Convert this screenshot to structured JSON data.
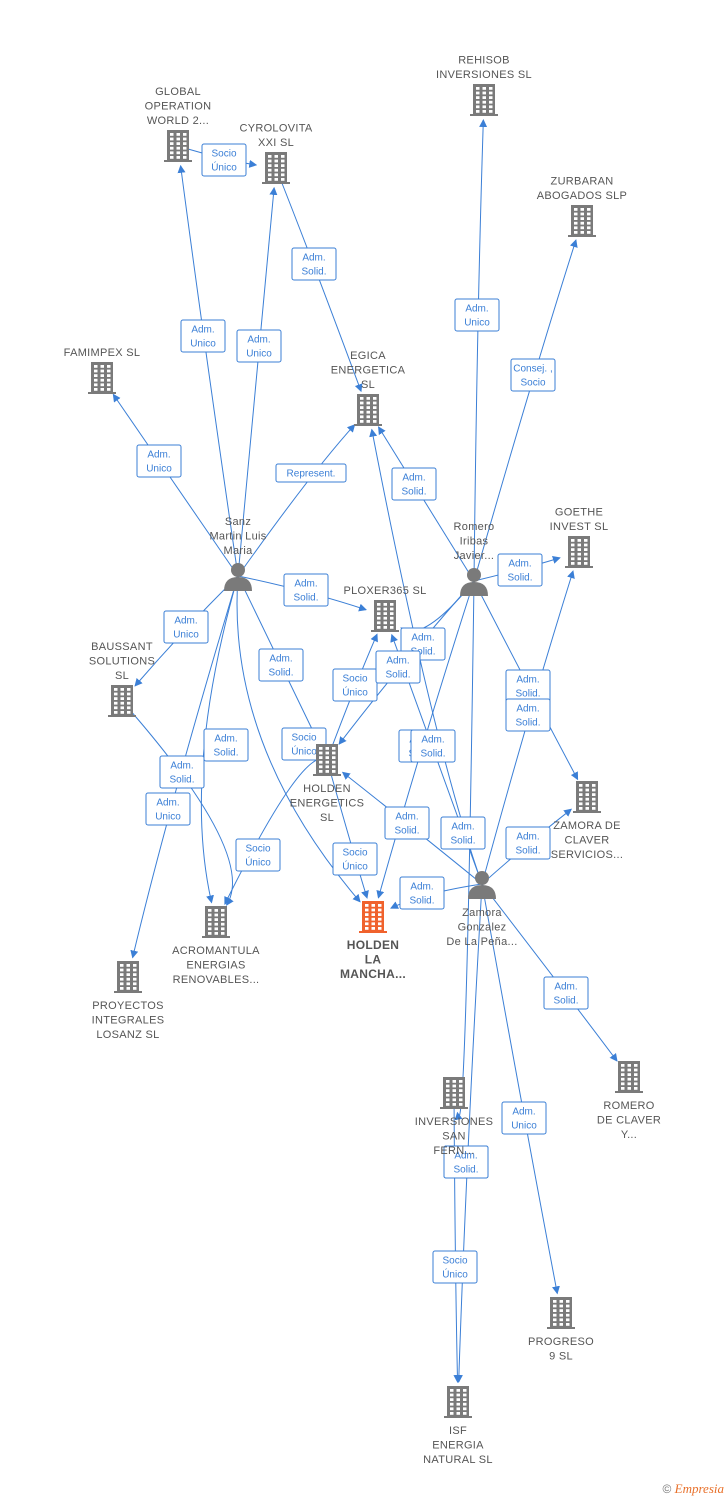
{
  "colors": {
    "building": "#7a7a7a",
    "main": "#f0622d",
    "person": "#7a7a7a",
    "edge": "#3b7fd6"
  },
  "footer": {
    "copyright": "©",
    "brand": "Empresia"
  },
  "nodes": [
    {
      "id": "global_operation",
      "type": "company",
      "label": [
        "GLOBAL",
        "OPERATION",
        "WORLD 2..."
      ]
    },
    {
      "id": "cyrolovita",
      "type": "company",
      "label": [
        "CYROLOVITA",
        "XXI  SL"
      ]
    },
    {
      "id": "rehisob",
      "type": "company",
      "label": [
        "REHISOB",
        "INVERSIONES SL"
      ]
    },
    {
      "id": "zurbaran",
      "type": "company",
      "label": [
        "ZURBARAN",
        "ABOGADOS  SLP"
      ]
    },
    {
      "id": "famimpex",
      "type": "company",
      "label": [
        "FAMIMPEX  SL"
      ]
    },
    {
      "id": "egica",
      "type": "company",
      "label": [
        "EGICA",
        "ENERGETICA",
        "SL"
      ]
    },
    {
      "id": "goethe",
      "type": "company",
      "label": [
        "GOETHE",
        "INVEST  SL"
      ]
    },
    {
      "id": "sanz",
      "type": "person",
      "label": [
        "Sanz",
        "Martin Luis",
        "Maria"
      ]
    },
    {
      "id": "romero",
      "type": "person",
      "label": [
        "Romero",
        "Iribas",
        "Javier..."
      ]
    },
    {
      "id": "ploxer",
      "type": "company",
      "label": [
        "PLOXER365  SL"
      ]
    },
    {
      "id": "baussant",
      "type": "company",
      "label": [
        "BAUSSANT",
        "SOLUTIONS",
        "SL"
      ]
    },
    {
      "id": "holden_energetics",
      "type": "company",
      "label": [
        "HOLDEN",
        "ENERGETICS",
        "SL"
      ]
    },
    {
      "id": "zamora_claver",
      "type": "company",
      "label": [
        "ZAMORA DE",
        "CLAVER",
        "SERVICIOS..."
      ]
    },
    {
      "id": "zamora",
      "type": "person",
      "label": [
        "Zamora",
        "Gonzalez",
        "De La Peña..."
      ]
    },
    {
      "id": "holden_mancha",
      "type": "main",
      "label": [
        "HOLDEN",
        "LA",
        "MANCHA..."
      ]
    },
    {
      "id": "acromantula",
      "type": "company",
      "label": [
        "ACROMANTULA",
        "ENERGIAS",
        "RENOVABLES..."
      ]
    },
    {
      "id": "proyectos",
      "type": "company",
      "label": [
        "PROYECTOS",
        "INTEGRALES",
        "LOSANZ SL"
      ]
    },
    {
      "id": "romero_claver",
      "type": "company",
      "label": [
        "ROMERO",
        "DE CLAVER",
        "Y..."
      ]
    },
    {
      "id": "inversiones_san",
      "type": "company",
      "label": [
        "INVERSIONES",
        "SAN",
        "FERN..."
      ]
    },
    {
      "id": "progreso",
      "type": "company",
      "label": [
        "PROGRESO",
        "9  SL"
      ]
    },
    {
      "id": "isf",
      "type": "company",
      "label": [
        "ISF",
        "ENERGIA",
        "NATURAL  SL"
      ]
    }
  ],
  "edges": [
    {
      "from": "sanz",
      "to": "global_operation",
      "label": [
        "Adm.",
        "Unico"
      ]
    },
    {
      "from": "sanz",
      "to": "cyrolovita",
      "label": [
        "Adm.",
        "Unico"
      ]
    },
    {
      "from": "global_operation",
      "to": "cyrolovita",
      "label": [
        "Socio",
        "Único"
      ]
    },
    {
      "from": "cyrolovita",
      "to": "egica",
      "label": [
        "Adm.",
        "Solid."
      ]
    },
    {
      "from": "sanz",
      "to": "famimpex",
      "label": [
        "Adm.",
        "Unico"
      ]
    },
    {
      "from": "sanz",
      "to": "egica",
      "label": [
        "Represent."
      ]
    },
    {
      "from": "romero",
      "to": "rehisob",
      "label": [
        "Adm.",
        "Unico"
      ]
    },
    {
      "from": "romero",
      "to": "zurbaran",
      "label": [
        "Consej. ,",
        "Socio"
      ]
    },
    {
      "from": "romero",
      "to": "egica",
      "label": [
        "Adm.",
        "Solid."
      ]
    },
    {
      "from": "romero",
      "to": "goethe",
      "label": [
        "Adm.",
        "Solid."
      ]
    },
    {
      "from": "sanz",
      "to": "ploxer",
      "label": [
        "Adm.",
        "Solid."
      ]
    },
    {
      "from": "sanz",
      "to": "baussant",
      "label": [
        "Adm.",
        "Unico"
      ]
    },
    {
      "from": "sanz",
      "to": "holden_energetics",
      "label": [
        "Adm.",
        "Solid."
      ]
    },
    {
      "from": "sanz",
      "to": "holden_mancha",
      "label": [
        "Adm.",
        "Solid."
      ]
    },
    {
      "from": "sanz",
      "to": "acromantula",
      "label": [
        "Adm.",
        "Solid."
      ]
    },
    {
      "from": "sanz",
      "to": "proyectos",
      "label": [
        "Adm.",
        "Unico"
      ]
    },
    {
      "from": "baussant",
      "to": "acromantula",
      "label": [
        "Socio",
        "Único"
      ]
    },
    {
      "from": "holden_energetics",
      "to": "acromantula",
      "label": [
        "Socio",
        "Único"
      ]
    },
    {
      "from": "holden_energetics",
      "to": "ploxer",
      "label": [
        "Socio",
        "Único"
      ]
    },
    {
      "from": "holden_energetics",
      "to": "holden_mancha",
      "label": [
        "Socio",
        "Único"
      ]
    },
    {
      "from": "romero",
      "to": "ploxer",
      "label": [
        "Adm.",
        "Solid."
      ]
    },
    {
      "from": "romero",
      "to": "holden_energetics",
      "label": [
        "Adm.",
        "Solid."
      ]
    },
    {
      "from": "romero",
      "to": "holden_mancha",
      "label": [
        "Adm.",
        "Solid."
      ]
    },
    {
      "from": "romero",
      "to": "zamora_claver",
      "label": [
        "Adm.",
        "Solid."
      ]
    },
    {
      "from": "zamora",
      "to": "goethe",
      "label": [
        "Adm.",
        "Solid."
      ]
    },
    {
      "from": "zamora",
      "to": "egica",
      "label": [
        "Adm.",
        "Solid."
      ]
    },
    {
      "from": "zamora",
      "to": "holden_energetics",
      "label": [
        "Adm.",
        "Solid."
      ]
    },
    {
      "from": "zamora",
      "to": "holden_mancha",
      "label": [
        "Adm.",
        "Solid."
      ]
    },
    {
      "from": "zamora",
      "to": "ploxer",
      "label": [
        "Adm.",
        "Solid."
      ]
    },
    {
      "from": "zamora",
      "to": "zamora_claver",
      "label": [
        "Adm.",
        "Solid."
      ]
    },
    {
      "from": "zamora",
      "to": "romero_claver",
      "label": [
        "Adm.",
        "Solid."
      ]
    },
    {
      "from": "zamora",
      "to": "progreso",
      "label": [
        "Adm.",
        "Unico"
      ]
    },
    {
      "from": "romero",
      "to": "inversiones_san",
      "label": [
        "Adm.",
        "Solid."
      ]
    },
    {
      "from": "zamora",
      "to": "isf",
      "label": [
        "Adm.",
        "Solid."
      ]
    },
    {
      "from": "inversiones_san",
      "to": "isf",
      "label": [
        "Socio",
        "Único"
      ]
    }
  ]
}
